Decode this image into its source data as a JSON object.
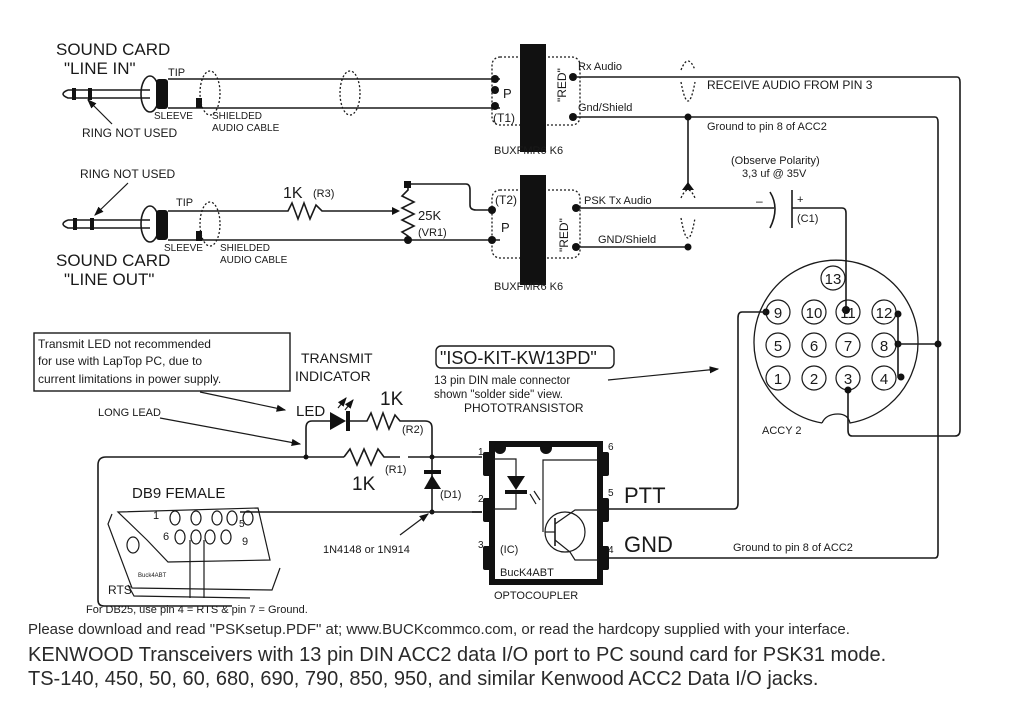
{
  "diagram": {
    "line_in_jack": {
      "title_line1": "SOUND CARD",
      "title_line2": "\"LINE IN\"",
      "tip": "TIP",
      "sleeve": "SLEEVE",
      "ring_note": "RING NOT USED",
      "cable_line1": "SHIELDED",
      "cable_line2": "AUDIO CABLE"
    },
    "line_out_jack": {
      "title_line1": "SOUND CARD",
      "title_line2": "\"LINE OUT\"",
      "tip": "TIP",
      "sleeve": "SLEEVE",
      "ring_note": "RING NOT USED",
      "cable_line1": "SHIELDED",
      "cable_line2": "AUDIO CABLE"
    },
    "t1": {
      "primary": "P",
      "ref": "(T1)",
      "secondary": "\"RED\"",
      "part": "BUXFMR6 K6",
      "out1": "Rx Audio",
      "out2": "Gnd/Shield"
    },
    "t2": {
      "primary": "P",
      "ref": "(T2)",
      "secondary": "\"RED\"",
      "part": "BUXFMR6 K6",
      "out1": "PSK Tx Audio",
      "out2": "GND/Shield"
    },
    "r3": {
      "value": "1K",
      "ref": "(R3)"
    },
    "vr1": {
      "value": "25K",
      "ref": "(VR1)"
    },
    "rx_note": "RECEIVE AUDIO FROM PIN 3",
    "ground_note_top": "Ground to pin 8 of ACC2",
    "c1": {
      "note_line1": "(Observe Polarity)",
      "note_line2": "3,3 uf @ 35V",
      "minus": "–",
      "plus": "+",
      "ref": "(C1)"
    },
    "acc2": {
      "label": "ACCY 2",
      "pins": [
        "1",
        "2",
        "3",
        "4",
        "5",
        "6",
        "7",
        "8",
        "9",
        "10",
        "11",
        "12",
        "13"
      ]
    },
    "led_note": {
      "line1": "Transmit LED not recommended",
      "line2": "for use with LapTop PC, due to",
      "line3": "current limitations in power supply."
    },
    "transmit_indicator": {
      "line1": "TRANSMIT",
      "line2": "INDICATOR",
      "led": "LED"
    },
    "r2": {
      "value": "1K",
      "ref": "(R2)"
    },
    "r1": {
      "value": "1K",
      "ref": "(R1)"
    },
    "d1": {
      "ref": "(D1)",
      "part": "1N4148 or 1N914"
    },
    "long_lead": "LONG LEAD",
    "kit_name": "\"ISO-KIT-KW13PD\"",
    "connector_note": {
      "line1": "13 pin DIN male connector",
      "line2": "shown \"solder side\"  view."
    },
    "optocoupler": {
      "top_label": "PHOTOTRANSISTOR",
      "bottom_label": "OPTOCOUPLER",
      "ref": "(IC)",
      "maker": "BucK4ABT",
      "pins": [
        "1",
        "2",
        "3",
        "4",
        "5",
        "6"
      ],
      "ptt": "PTT",
      "gnd": "GND"
    },
    "ground_note_bottom": "Ground to pin 8 of ACC2",
    "db9": {
      "title": "DB9 FEMALE",
      "pin1": "1",
      "pin5": "5",
      "pin6": "6",
      "pin9": "9",
      "rts": "RTS",
      "brand": "Buck4ABT",
      "db25_note": "For DB25, use pin 4 = RTS & pin 7 = Ground."
    }
  },
  "footer": {
    "line1": "Please download and read \"PSKsetup.PDF\" at; www.BUCKcommco.com, or read the hardcopy supplied with your interface.",
    "line2": "KENWOOD Transceivers with 13 pin DIN ACC2 data I/O port to PC sound card for PSK31 mode.",
    "line3": "TS-140, 450, 50, 60, 680, 690, 790, 850, 950, and similar Kenwood ACC2 Data I/O jacks."
  }
}
